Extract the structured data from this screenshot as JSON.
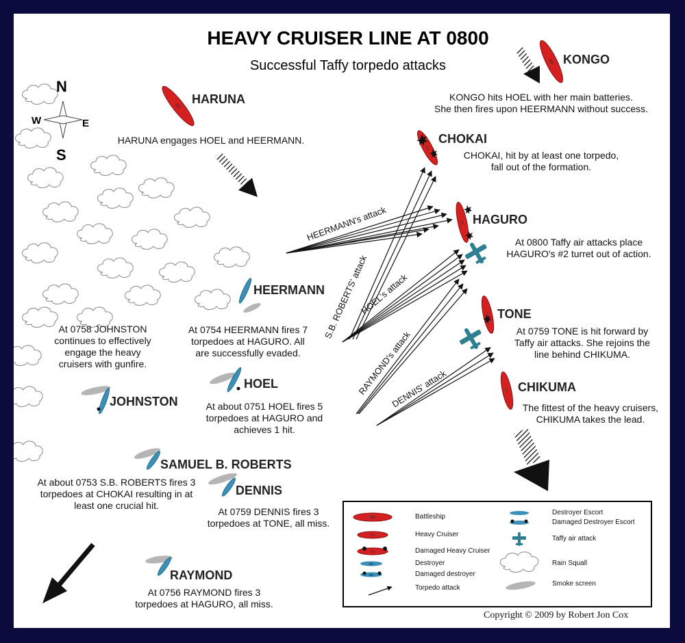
{
  "title": "HEAVY CRUISER LINE AT 0800",
  "subtitle": "Successful Taffy torpedo attacks",
  "compass": {
    "n": "N",
    "s": "S",
    "e": "E",
    "w": "W"
  },
  "ships": {
    "kongo": "KONGO",
    "haruna": "HARUNA",
    "chokai": "CHOKAI",
    "haguro": "HAGURO",
    "tone": "TONE",
    "chikuma": "CHIKUMA",
    "heermann": "HEERMANN",
    "hoel": "HOEL",
    "johnston": "JOHNSTON",
    "samuel_b_roberts": "SAMUEL B. ROBERTS",
    "dennis": "DENNIS",
    "raymond": "RAYMOND"
  },
  "hull_marks": {
    "bb": "BB",
    "ca": "CA",
    "dd": "DD"
  },
  "notes": {
    "kongo": [
      "KONGO hits HOEL with her main batteries.",
      "She then fires upon HEERMANN without success."
    ],
    "haruna": [
      "HARUNA engages HOEL and HEERMANN."
    ],
    "chokai": [
      "CHOKAI, hit by at least one torpedo,",
      "fall out of the formation."
    ],
    "haguro": [
      "At 0800 Taffy air attacks place",
      "HAGURO's #2 turret out of action."
    ],
    "tone": [
      "At 0759 TONE is hit forward by",
      "Taffy air attacks.  She rejoins the",
      "line behind CHIKUMA."
    ],
    "chikuma": [
      "The fittest of the heavy cruisers,",
      "CHIKUMA takes the lead."
    ],
    "heermann": [
      "At 0754 HEERMANN fires 7",
      "torpedoes at HAGURO.  All",
      "are successfully evaded."
    ],
    "hoel": [
      "At about 0751 HOEL fires 5",
      "torpedoes at HAGURO and",
      "achieves 1 hit."
    ],
    "johnston": [
      "At 0758 JOHNSTON",
      "continues to effectively",
      "engage the heavy",
      "cruisers with gunfire."
    ],
    "roberts": [
      "At about 0753 S.B. ROBERTS fires 3",
      "torpedoes at CHOKAI resulting in at",
      "least one crucial hit."
    ],
    "dennis": [
      "At 0759 DENNIS fires 3",
      "torpedoes at TONE, all miss."
    ],
    "raymond": [
      "At 0756 RAYMOND fires 3",
      "torpedoes at HAGURO, all miss."
    ]
  },
  "attack_labels": {
    "heermann": "HEERMANN's attack",
    "roberts": "S.B. ROBERTS' attack",
    "hoel": "HOEL's attack",
    "raymond": "RAYMOND's attack",
    "dennis": "DENNIS' attack"
  },
  "legend": {
    "battleship": "Battleship",
    "heavy_cruiser": "Heavy Cruiser",
    "damaged_heavy_cruiser": "Damaged Heavy Cruiser",
    "destroyer": "Destroyer",
    "damaged_destroyer": "Damaged destroyer",
    "torpedo_attack": "Torpedo attack",
    "destroyer_escort": "Destroyer Escort",
    "damaged_destroyer_escort": "Damaged Destroyer Escort",
    "taffy_air_attack": "Taffy air attack",
    "rain_squall": "Rain Squall",
    "smoke_screen": "Smoke screen"
  },
  "copyright": "Copyright © 2009 by Robert Jon Cox",
  "colors": {
    "frame": "#0b0b3e",
    "japanese_ship": "#d42020",
    "us_ship": "#3a90b8",
    "aircraft": "#2e7f92",
    "smoke": "#b5b5b5"
  }
}
